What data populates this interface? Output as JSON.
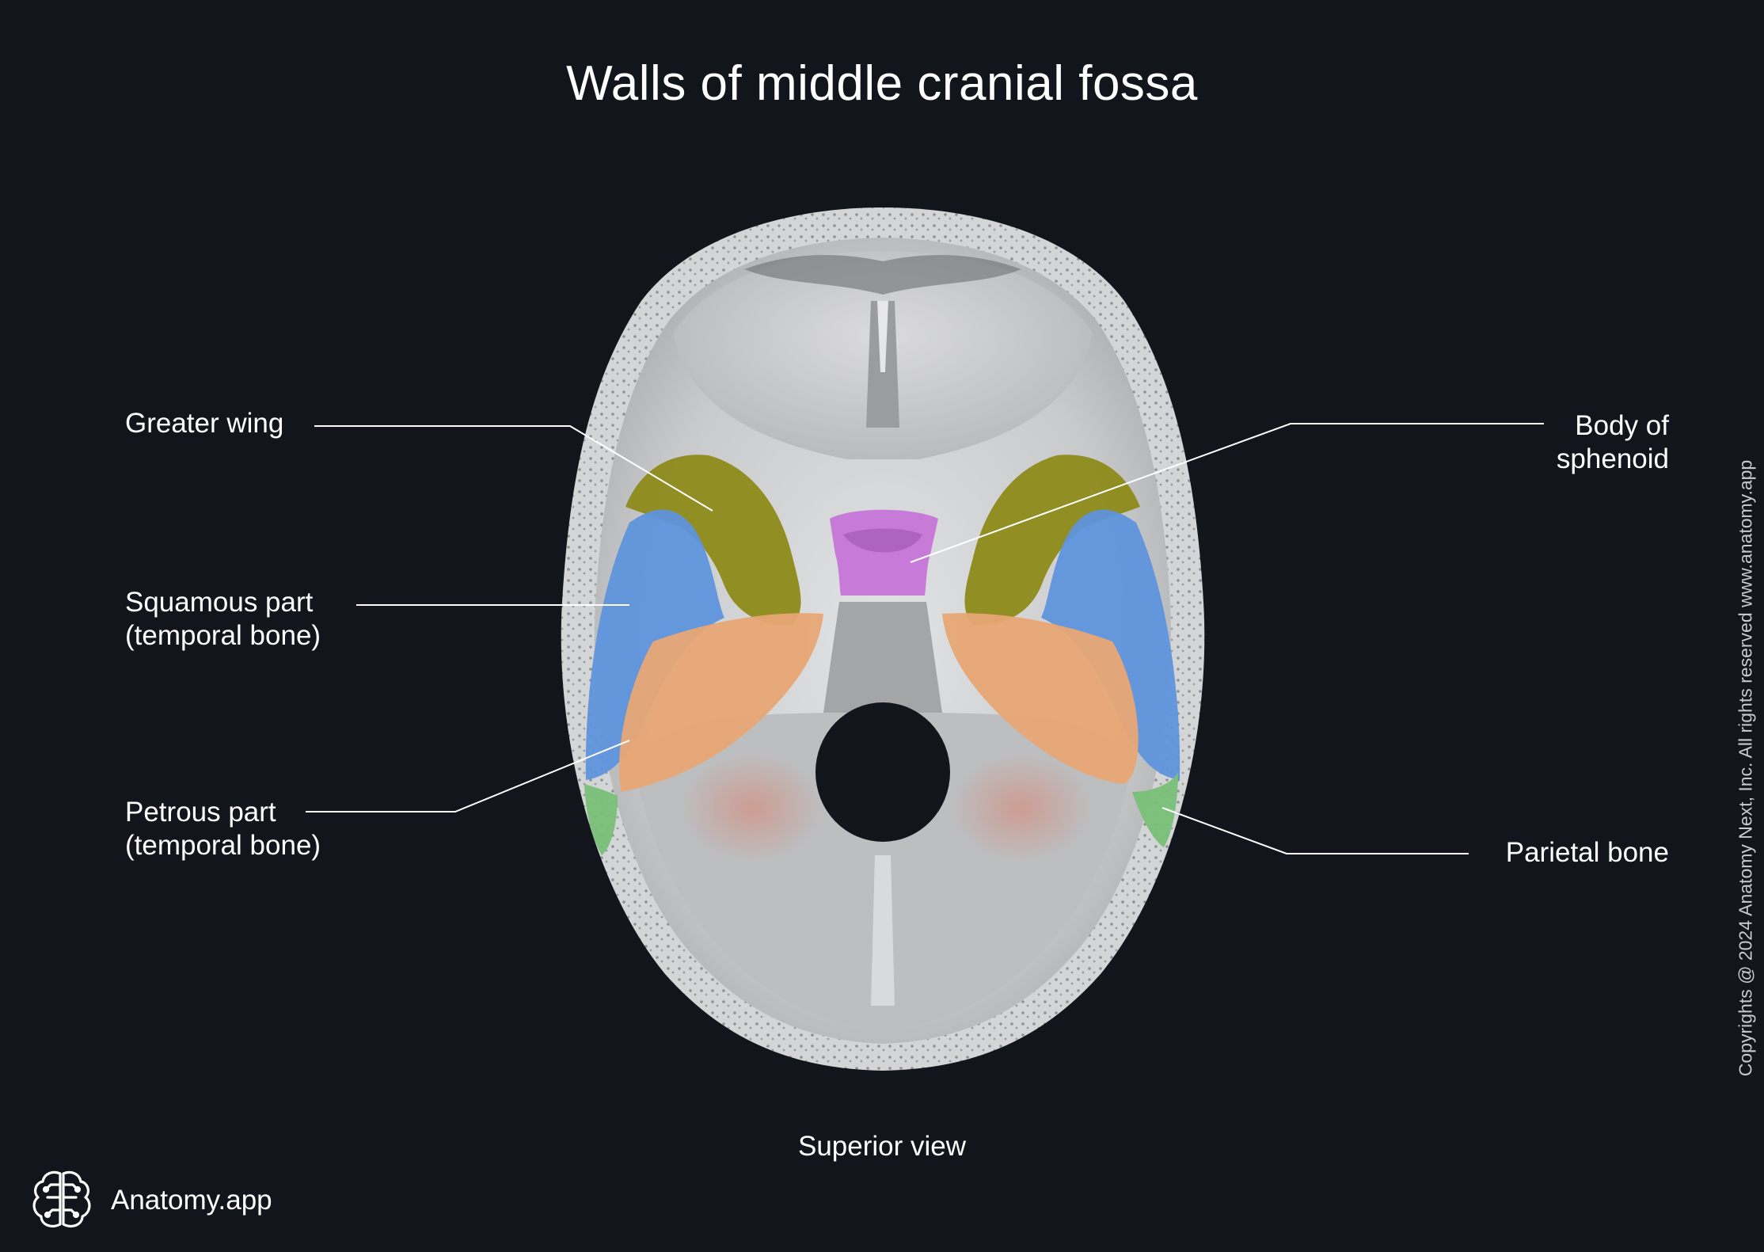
{
  "title": "Walls of middle cranial fossa",
  "view": "Superior view",
  "brand": {
    "name": "Anatomy.app",
    "logo_icon": "brain-logo-icon"
  },
  "copyright": "Copyrights @ 2024 Anatomy Next, Inc. All rights reserved www.anatomy.app",
  "labels": {
    "greater_wing": "Greater wing",
    "squamous_line1": "Squamous part",
    "squamous_line2": "(temporal bone)",
    "petrous_line1": "Petrous part",
    "petrous_line2": "(temporal bone)",
    "body_line1": "Body of",
    "body_line2": "sphenoid",
    "parietal": "Parietal bone"
  },
  "colors": {
    "background": "#12151b",
    "bone": "#cfd0d2",
    "greater_wing": "#8d8a1a",
    "squamous_part": "#5f94dc",
    "petrous_part": "#e8a774",
    "body_of_sphenoid": "#c77ad8",
    "parietal_bone": "#79c078",
    "leader_line": "#ffffff"
  }
}
